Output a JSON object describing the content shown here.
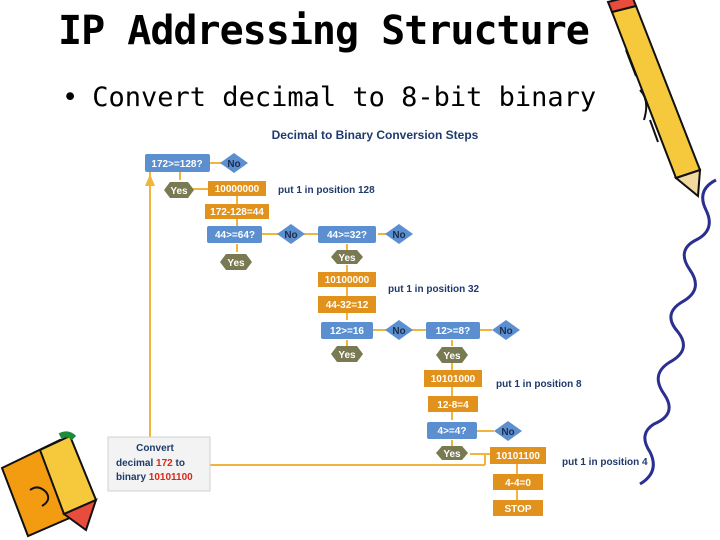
{
  "slide": {
    "title": "IP Addressing Structure",
    "bullet": "Convert decimal to 8-bit binary"
  },
  "diagram": {
    "heading": "Decimal to Binary Conversion Steps",
    "decisions": [
      {
        "id": "d1",
        "text": "172>=128?"
      },
      {
        "id": "d2",
        "text": "44>=64?"
      },
      {
        "id": "d3",
        "text": "44>=32?"
      },
      {
        "id": "d4",
        "text": "12>=16"
      },
      {
        "id": "d5",
        "text": "12>=8?"
      },
      {
        "id": "d6",
        "text": "4>=4?"
      }
    ],
    "no_labels": [
      "No",
      "No",
      "No",
      "No",
      "No",
      "No"
    ],
    "yes_labels": [
      "Yes",
      "Yes",
      "Yes",
      "Yes",
      "Yes",
      "Yes"
    ],
    "steps": [
      {
        "id": "s1",
        "text": "10000000"
      },
      {
        "id": "s2",
        "text": "172-128=44"
      },
      {
        "id": "s3",
        "text": "10100000"
      },
      {
        "id": "s4",
        "text": "44-32=12"
      },
      {
        "id": "s5",
        "text": "10101000"
      },
      {
        "id": "s6",
        "text": "12-8=4"
      },
      {
        "id": "s7",
        "text": "10101100"
      },
      {
        "id": "s8",
        "text": "4-4=0"
      },
      {
        "id": "s9",
        "text": "STOP"
      }
    ],
    "position_notes": [
      "put 1 in position 128",
      "put 1 in position 32",
      "put 1 in position 8",
      "put 1 in position 4"
    ],
    "convert_box": {
      "line1": "Convert",
      "line2_prefix": "decimal",
      "decimal_value": "172",
      "line2_suffix": "to",
      "line3_prefix": "binary",
      "binary_value": "10101100"
    }
  },
  "colors": {
    "decision": "#5b8fd0",
    "yes": "#7a7a52",
    "step": "#e0921d",
    "connector": "#f2b43a",
    "highlight": "#d9281a"
  },
  "icons": [
    "pencil-icon-top-right",
    "pencils-icon-bottom-left",
    "squiggle-border-right"
  ]
}
